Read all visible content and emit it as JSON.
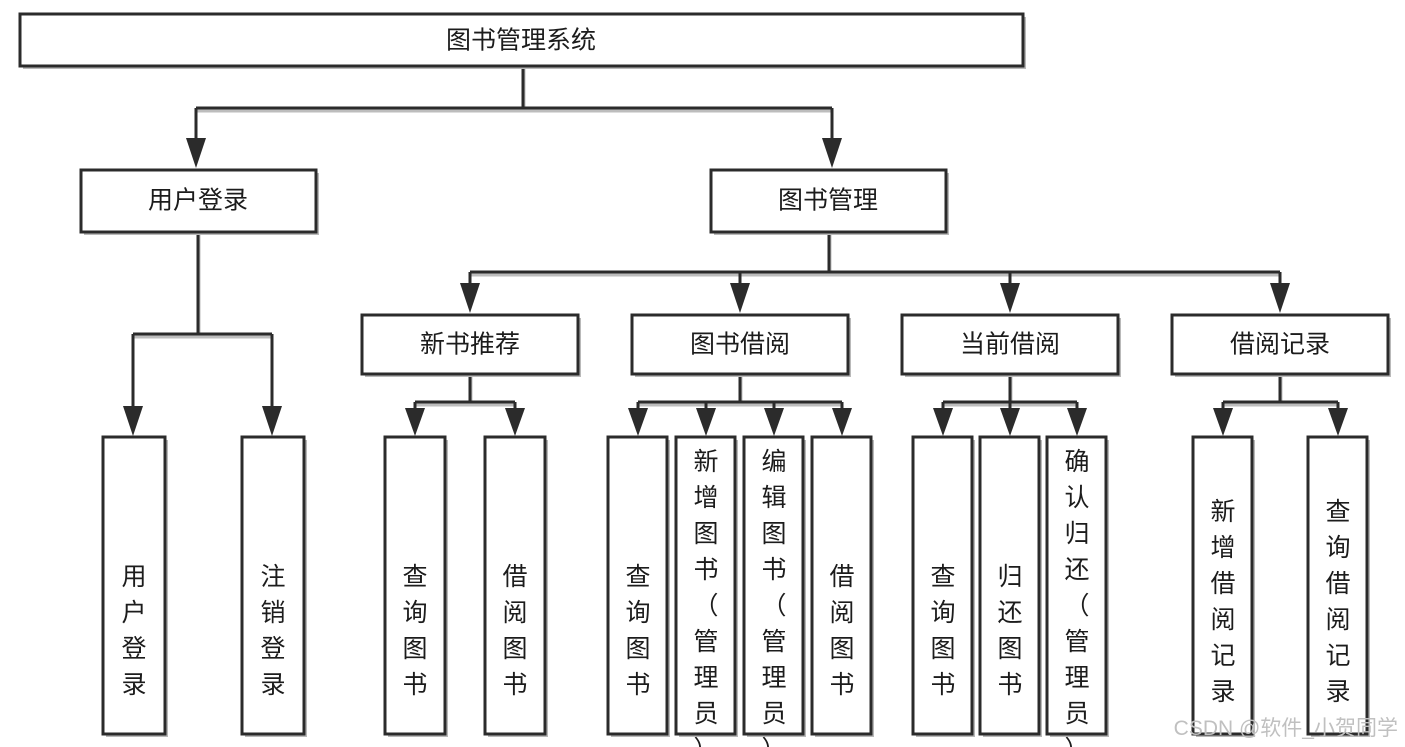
{
  "diagram": {
    "title": "图书管理系统",
    "type": "tree-hierarchy",
    "root": {
      "id": "root",
      "label": "图书管理系统"
    },
    "level2": [
      {
        "id": "user-login",
        "label": "用户登录"
      },
      {
        "id": "book-manage",
        "label": "图书管理"
      }
    ],
    "level3": [
      {
        "id": "new-book-rec",
        "label": "新书推荐",
        "parent": "book-manage"
      },
      {
        "id": "book-borrow",
        "label": "图书借阅",
        "parent": "book-manage"
      },
      {
        "id": "current-borrow",
        "label": "当前借阅",
        "parent": "book-manage"
      },
      {
        "id": "borrow-record",
        "label": "借阅记录",
        "parent": "book-manage"
      }
    ],
    "leaves": {
      "user-login": [
        {
          "id": "leaf-user-login",
          "label": "用户登录"
        },
        {
          "id": "leaf-user-logout",
          "label": "注销登录"
        }
      ],
      "new-book-rec": [
        {
          "id": "leaf-query-book-1",
          "label": "查询图书"
        },
        {
          "id": "leaf-borrow-book-1",
          "label": "借阅图书"
        }
      ],
      "book-borrow": [
        {
          "id": "leaf-query-book-2",
          "label": "查询图书"
        },
        {
          "id": "leaf-add-book",
          "label": "新增图书（管理员）"
        },
        {
          "id": "leaf-edit-book",
          "label": "编辑图书（管理员）"
        },
        {
          "id": "leaf-borrow-book-2",
          "label": "借阅图书"
        }
      ],
      "current-borrow": [
        {
          "id": "leaf-query-book-3",
          "label": "查询图书"
        },
        {
          "id": "leaf-return-book",
          "label": "归还图书"
        },
        {
          "id": "leaf-confirm-return",
          "label": "确认归还（管理员）"
        }
      ],
      "borrow-record": [
        {
          "id": "leaf-add-record",
          "label": "新增借阅记录"
        },
        {
          "id": "leaf-query-record",
          "label": "查询借阅记录"
        }
      ]
    }
  },
  "watermark": {
    "text": "CSDN @软件_小贺同学"
  },
  "colors": {
    "box_stroke": "#2b2b2b",
    "box_fill": "#ffffff",
    "line": "#2b2b2b",
    "shadow": "#bdbdbd",
    "text": "#1c1c1c",
    "watermark": "#c0c0c0",
    "background": "#ffffff"
  }
}
